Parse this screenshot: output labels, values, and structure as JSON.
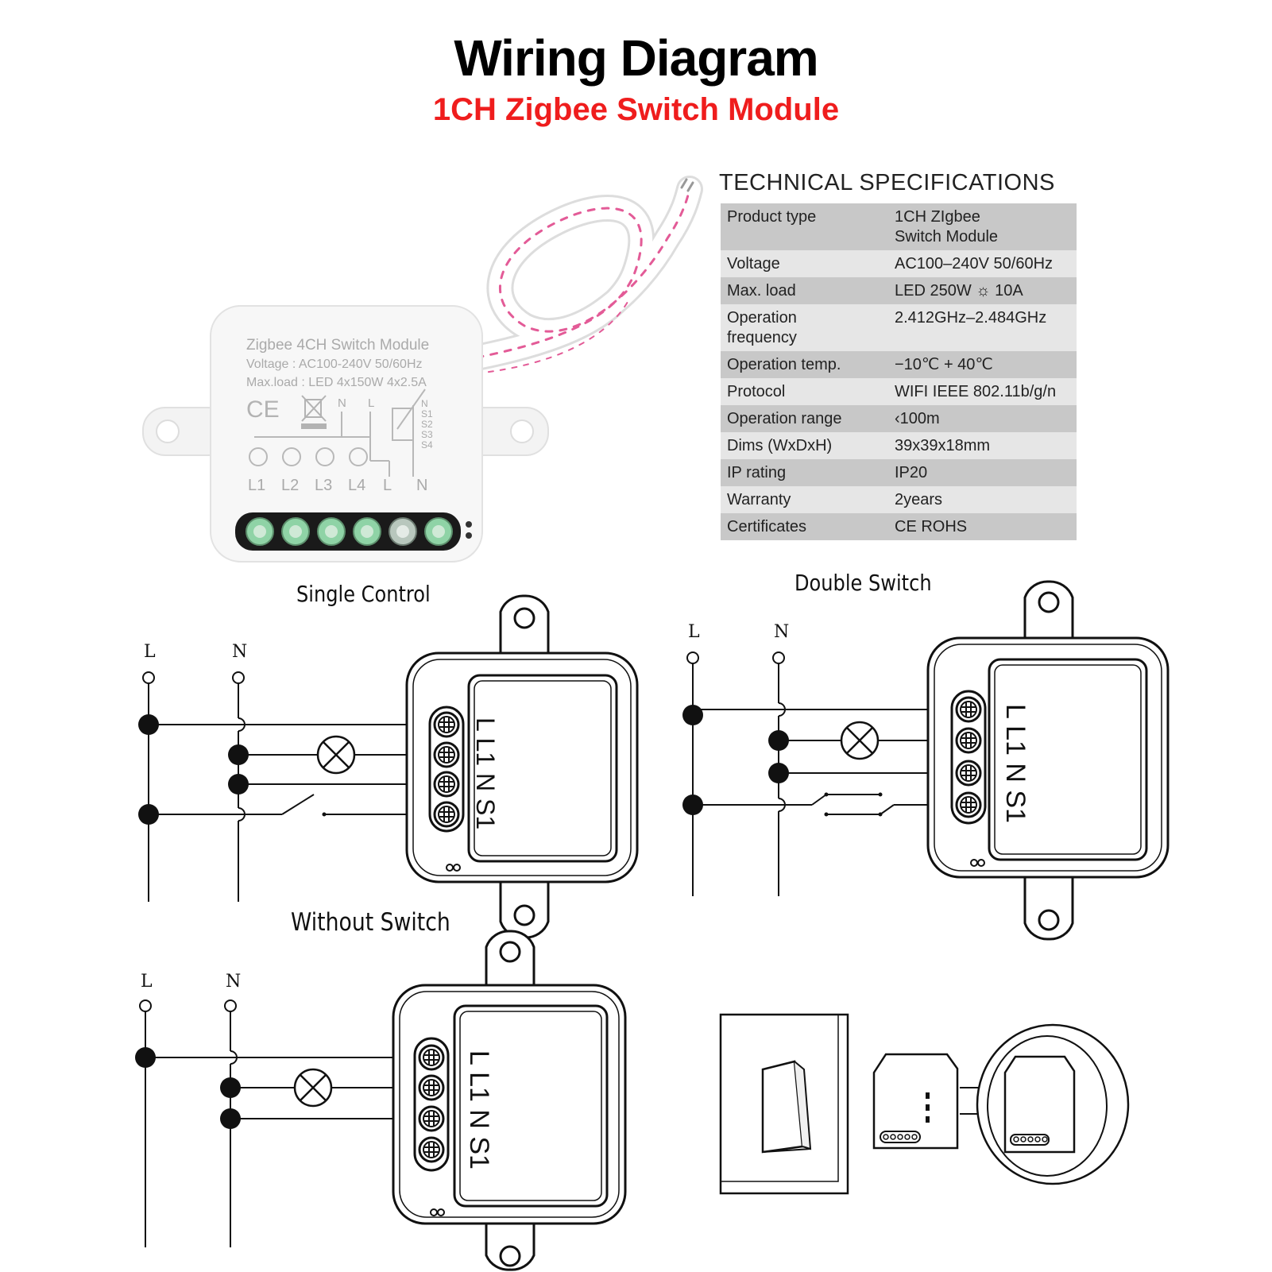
{
  "title": "Wiring Diagram",
  "subtitle": "1CH Zigbee Switch Module",
  "colors": {
    "subtitle": "#ef1d1d",
    "terminal_green": "#8fd3a6",
    "wire_pink": "#e35b97"
  },
  "specs": {
    "heading": "TECHNICAL SPECIFICATIONS",
    "rows": [
      {
        "key": "Product type",
        "value": "1CH ZIgbee\nSwitch Module"
      },
      {
        "key": "Voltage",
        "value": "AC100–240V 50/60Hz"
      },
      {
        "key": "Max. load",
        "value": "LED 250W   ☼ 10A"
      },
      {
        "key": "Operation\nfrequency",
        "value": "2.412GHz–2.484GHz"
      },
      {
        "key": "Operation temp.",
        "value": "−10℃ + 40℃"
      },
      {
        "key": "Protocol",
        "value": "WIFI  IEEE 802.11b/g/n"
      },
      {
        "key": "Operation range",
        "value": "‹100m"
      },
      {
        "key": "Dims (WxDxH)",
        "value": "39x39x18mm"
      },
      {
        "key": "IP rating",
        "value": "IP20"
      },
      {
        "key": "Warranty",
        "value": "2years"
      },
      {
        "key": "Certificates",
        "value": "CE ROHS"
      }
    ]
  },
  "product": {
    "label_line1": "Zigbee 4CH Switch Module",
    "label_line2": "Voltage : AC100-240V 50/60Hz",
    "label_line3": "Max.load : LED 4x150W 4x2.5A",
    "ce_mark": "CE",
    "top_n": "N",
    "top_l": "L",
    "dip_labels": [
      "N",
      "S1",
      "S2",
      "S3",
      "S4"
    ],
    "terminal_labels": [
      "L1",
      "L2",
      "L3",
      "L4",
      "L",
      "N"
    ]
  },
  "diagrams": {
    "single_control": {
      "label": "Single Control",
      "line_l": "L",
      "line_n": "N",
      "module_text": "L L1 N S1"
    },
    "double_switch": {
      "label": "Double Switch",
      "line_l": "L",
      "line_n": "N",
      "module_text": "L L1 N S1"
    },
    "without_switch": {
      "label": "Without Switch",
      "line_l": "L",
      "line_n": "N",
      "module_text": "L L1 N S1"
    }
  }
}
